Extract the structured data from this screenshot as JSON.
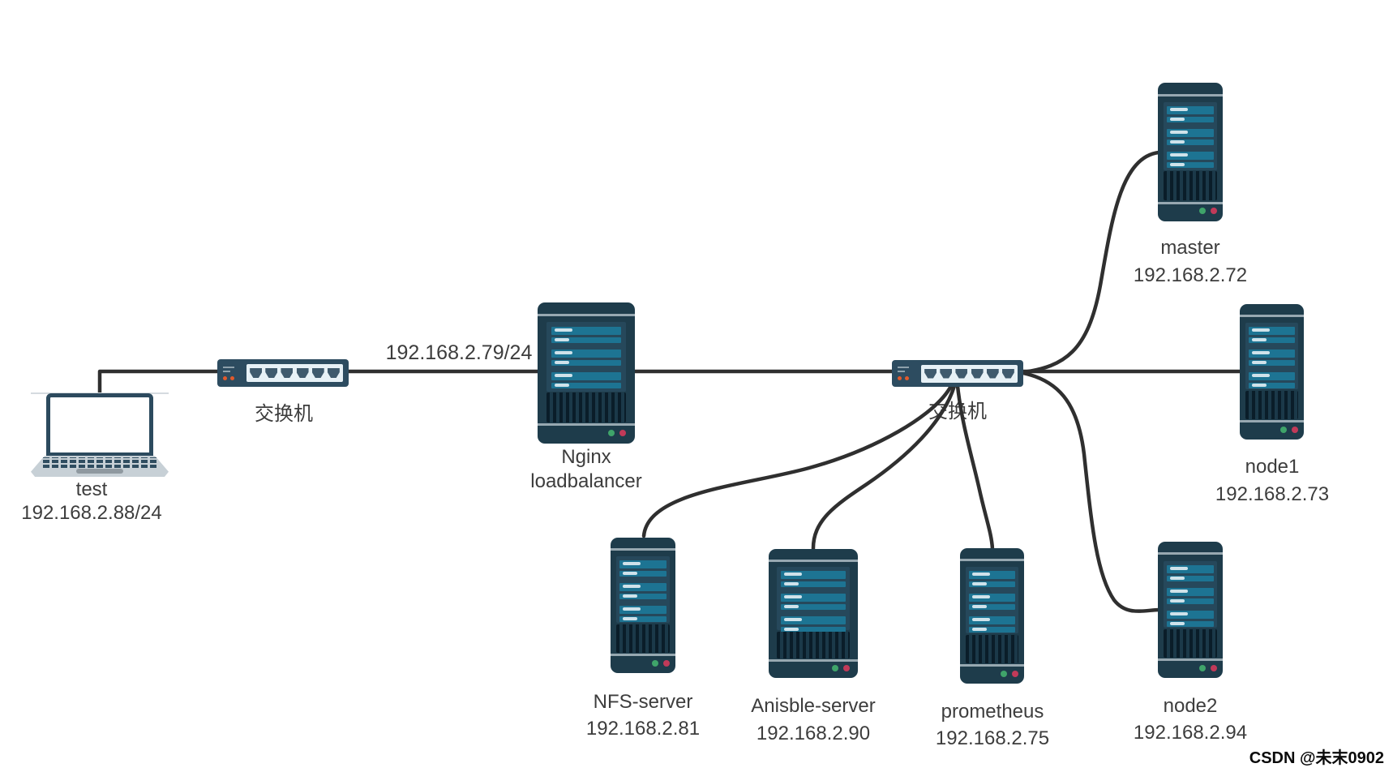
{
  "nodes": {
    "test": {
      "name": "test",
      "ip": "192.168.2.88/24"
    },
    "switch_left": {
      "name": "交换机"
    },
    "nginx": {
      "name": "Nginx",
      "name2": "loadbalancer"
    },
    "switch_right": {
      "name": "交换机"
    },
    "master": {
      "name": "master",
      "ip": "192.168.2.72"
    },
    "node1": {
      "name": "node1",
      "ip": "192.168.2.73"
    },
    "node2": {
      "name": "node2",
      "ip": "192.168.2.94"
    },
    "nfs": {
      "name": "NFS-server",
      "ip": "192.168.2.81"
    },
    "ansible": {
      "name": "Anisble-server",
      "ip": "192.168.2.90"
    },
    "prometheus": {
      "name": "prometheus",
      "ip": "192.168.2.75"
    }
  },
  "links": {
    "uplink_label": "192.168.2.79/24"
  },
  "watermark": "CSDN @未末0902",
  "colors": {
    "cable": "#2f2f2f",
    "server_body": "#1e3c4b",
    "server_bar": "#1d7493",
    "server_bar_dash": "#cfe2ea",
    "server_divider": "#97a8b1",
    "led_green": "#3fa46a",
    "led_red": "#c13a59",
    "switch_body": "#2d4c60",
    "switch_port_panel": "#e7f1f6",
    "switch_port": "#3f5a6d",
    "switch_dot_orange": "#e25a2c",
    "laptop_frame": "#2c4a5e",
    "laptop_base": "#c7d0d6",
    "label_text": "#3d3d3d"
  }
}
